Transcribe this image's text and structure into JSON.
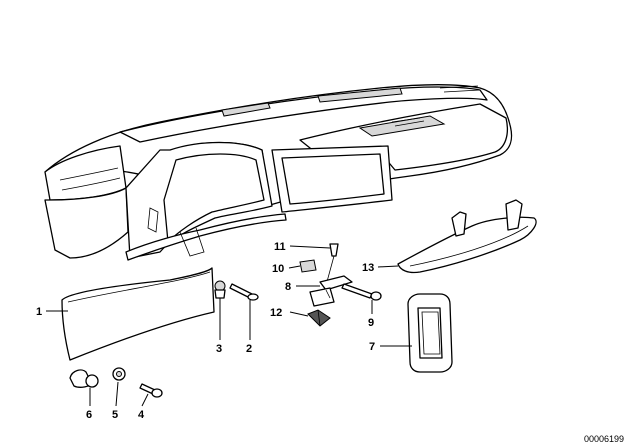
{
  "diagram": {
    "callouts": [
      {
        "id": "1",
        "label": "1"
      },
      {
        "id": "2",
        "label": "2"
      },
      {
        "id": "3",
        "label": "3"
      },
      {
        "id": "4",
        "label": "4"
      },
      {
        "id": "5",
        "label": "5"
      },
      {
        "id": "6",
        "label": "6"
      },
      {
        "id": "7",
        "label": "7"
      },
      {
        "id": "8",
        "label": "8"
      },
      {
        "id": "9",
        "label": "9"
      },
      {
        "id": "10",
        "label": "10"
      },
      {
        "id": "11",
        "label": "11"
      },
      {
        "id": "12",
        "label": "12"
      },
      {
        "id": "13",
        "label": "13"
      }
    ],
    "doc_id": "00006199"
  }
}
